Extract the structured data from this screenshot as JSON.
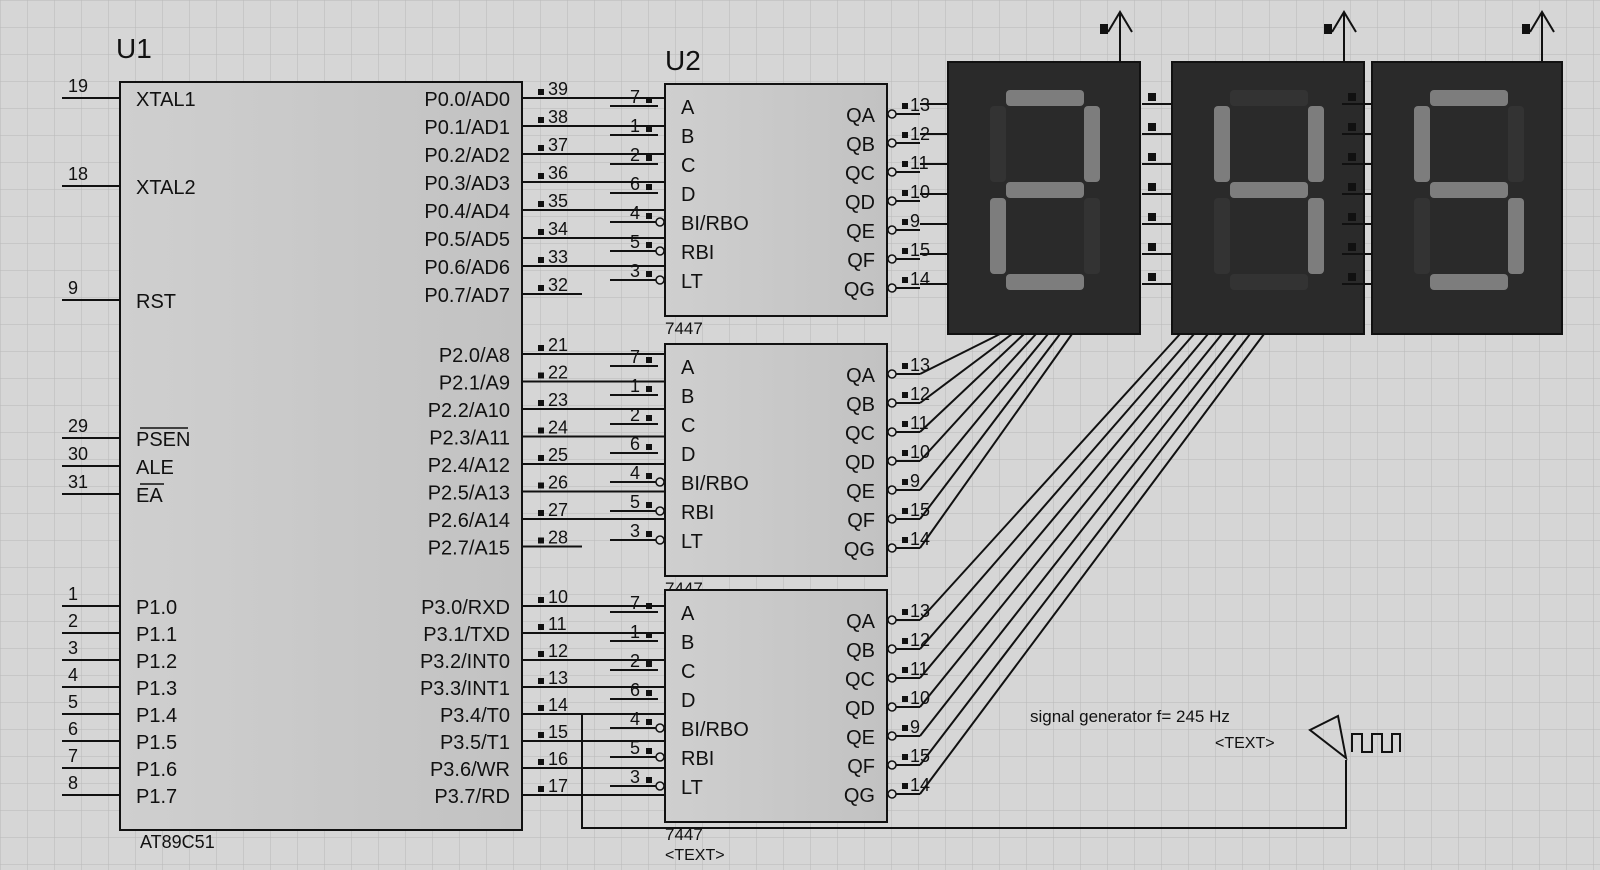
{
  "u1": {
    "designator": "U1",
    "part": "AT89C51",
    "left_pins": [
      {
        "num": "19",
        "name": "XTAL1"
      },
      {
        "num": "18",
        "name": "XTAL2"
      },
      {
        "num": "9",
        "name": "RST"
      },
      {
        "num": "29",
        "name": "PSEN"
      },
      {
        "num": "30",
        "name": "ALE"
      },
      {
        "num": "31",
        "name": "EA"
      },
      {
        "num": "1",
        "name": "P1.0"
      },
      {
        "num": "2",
        "name": "P1.1"
      },
      {
        "num": "3",
        "name": "P1.2"
      },
      {
        "num": "4",
        "name": "P1.3"
      },
      {
        "num": "5",
        "name": "P1.4"
      },
      {
        "num": "6",
        "name": "P1.5"
      },
      {
        "num": "7",
        "name": "P1.6"
      },
      {
        "num": "8",
        "name": "P1.7"
      }
    ],
    "right_pins": [
      {
        "num": "39",
        "name": "P0.0/AD0"
      },
      {
        "num": "38",
        "name": "P0.1/AD1"
      },
      {
        "num": "37",
        "name": "P0.2/AD2"
      },
      {
        "num": "36",
        "name": "P0.3/AD3"
      },
      {
        "num": "35",
        "name": "P0.4/AD4"
      },
      {
        "num": "34",
        "name": "P0.5/AD5"
      },
      {
        "num": "33",
        "name": "P0.6/AD6"
      },
      {
        "num": "32",
        "name": "P0.7/AD7"
      },
      {
        "num": "21",
        "name": "P2.0/A8"
      },
      {
        "num": "22",
        "name": "P2.1/A9"
      },
      {
        "num": "23",
        "name": "P2.2/A10"
      },
      {
        "num": "24",
        "name": "P2.3/A11"
      },
      {
        "num": "25",
        "name": "P2.4/A12"
      },
      {
        "num": "26",
        "name": "P2.5/A13"
      },
      {
        "num": "27",
        "name": "P2.6/A14"
      },
      {
        "num": "28",
        "name": "P2.7/A15"
      },
      {
        "num": "10",
        "name": "P3.0/RXD"
      },
      {
        "num": "11",
        "name": "P3.1/TXD"
      },
      {
        "num": "12",
        "name": "P3.2/INT0"
      },
      {
        "num": "13",
        "name": "P3.3/INT1"
      },
      {
        "num": "14",
        "name": "P3.4/T0"
      },
      {
        "num": "15",
        "name": "P3.5/T1"
      },
      {
        "num": "16",
        "name": "P3.6/WR"
      },
      {
        "num": "17",
        "name": "P3.7/RD"
      }
    ]
  },
  "decoders": [
    {
      "designator": "U2",
      "part": "7447",
      "text": "<TEXT>"
    },
    {
      "designator": "",
      "part": "7447",
      "text": "<TEXT>"
    },
    {
      "designator": "",
      "part": "7447",
      "text": "<TEXT>"
    }
  ],
  "decoder_inputs": [
    {
      "num": "7",
      "name": "A"
    },
    {
      "num": "1",
      "name": "B"
    },
    {
      "num": "2",
      "name": "C"
    },
    {
      "num": "6",
      "name": "D"
    },
    {
      "num": "4",
      "name": "BI/RBO"
    },
    {
      "num": "5",
      "name": "RBI"
    },
    {
      "num": "3",
      "name": "LT"
    }
  ],
  "decoder_outputs": [
    {
      "num": "13",
      "name": "QA"
    },
    {
      "num": "12",
      "name": "QB"
    },
    {
      "num": "11",
      "name": "QC"
    },
    {
      "num": "10",
      "name": "QD"
    },
    {
      "num": "9",
      "name": "QE"
    },
    {
      "num": "15",
      "name": "QF"
    },
    {
      "num": "14",
      "name": "QG"
    }
  ],
  "displays": {
    "digits": [
      "2",
      "4",
      "5"
    ]
  },
  "signal_generator": {
    "label": "signal generator  f= 245 Hz",
    "text": "<TEXT>"
  },
  "colors": {
    "background": "#d6d6d6",
    "grid": "#b8b8b8",
    "chip_fill": "#c8c8c8",
    "display_bg": "#2a2a2a",
    "segment_on": "#7a7a7a",
    "wire": "#111111"
  }
}
